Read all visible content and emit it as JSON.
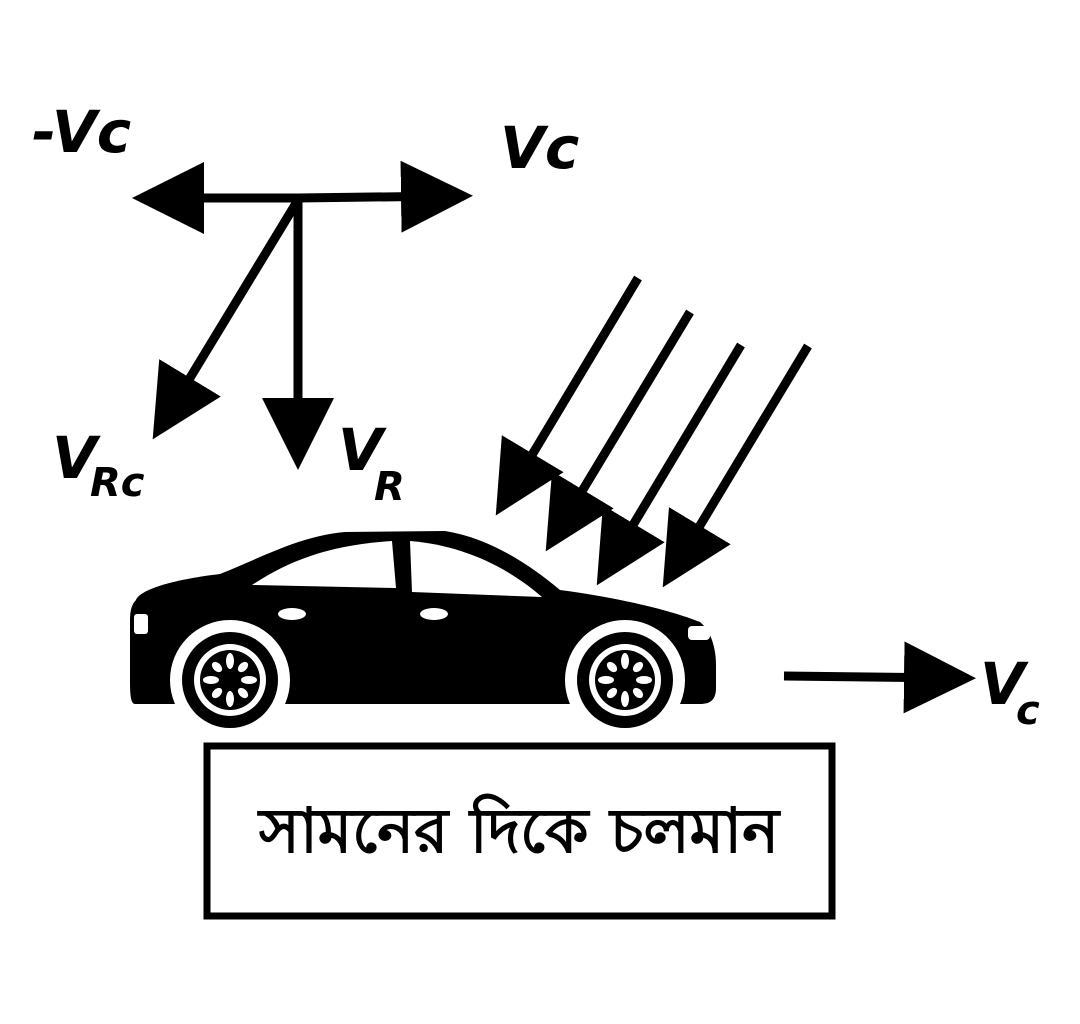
{
  "labels": {
    "neg_vc": "-Vc",
    "vc_top": "Vc",
    "vrc_main": "V",
    "vrc_sub": "Rc",
    "vr_main": "V",
    "vr_sub": "R",
    "vc_car_main": "V",
    "vc_car_sub": "c"
  },
  "banner": {
    "text": "সামনের দিকে চলমান"
  },
  "colors": {
    "ink": "#000000",
    "background": "#ffffff"
  }
}
